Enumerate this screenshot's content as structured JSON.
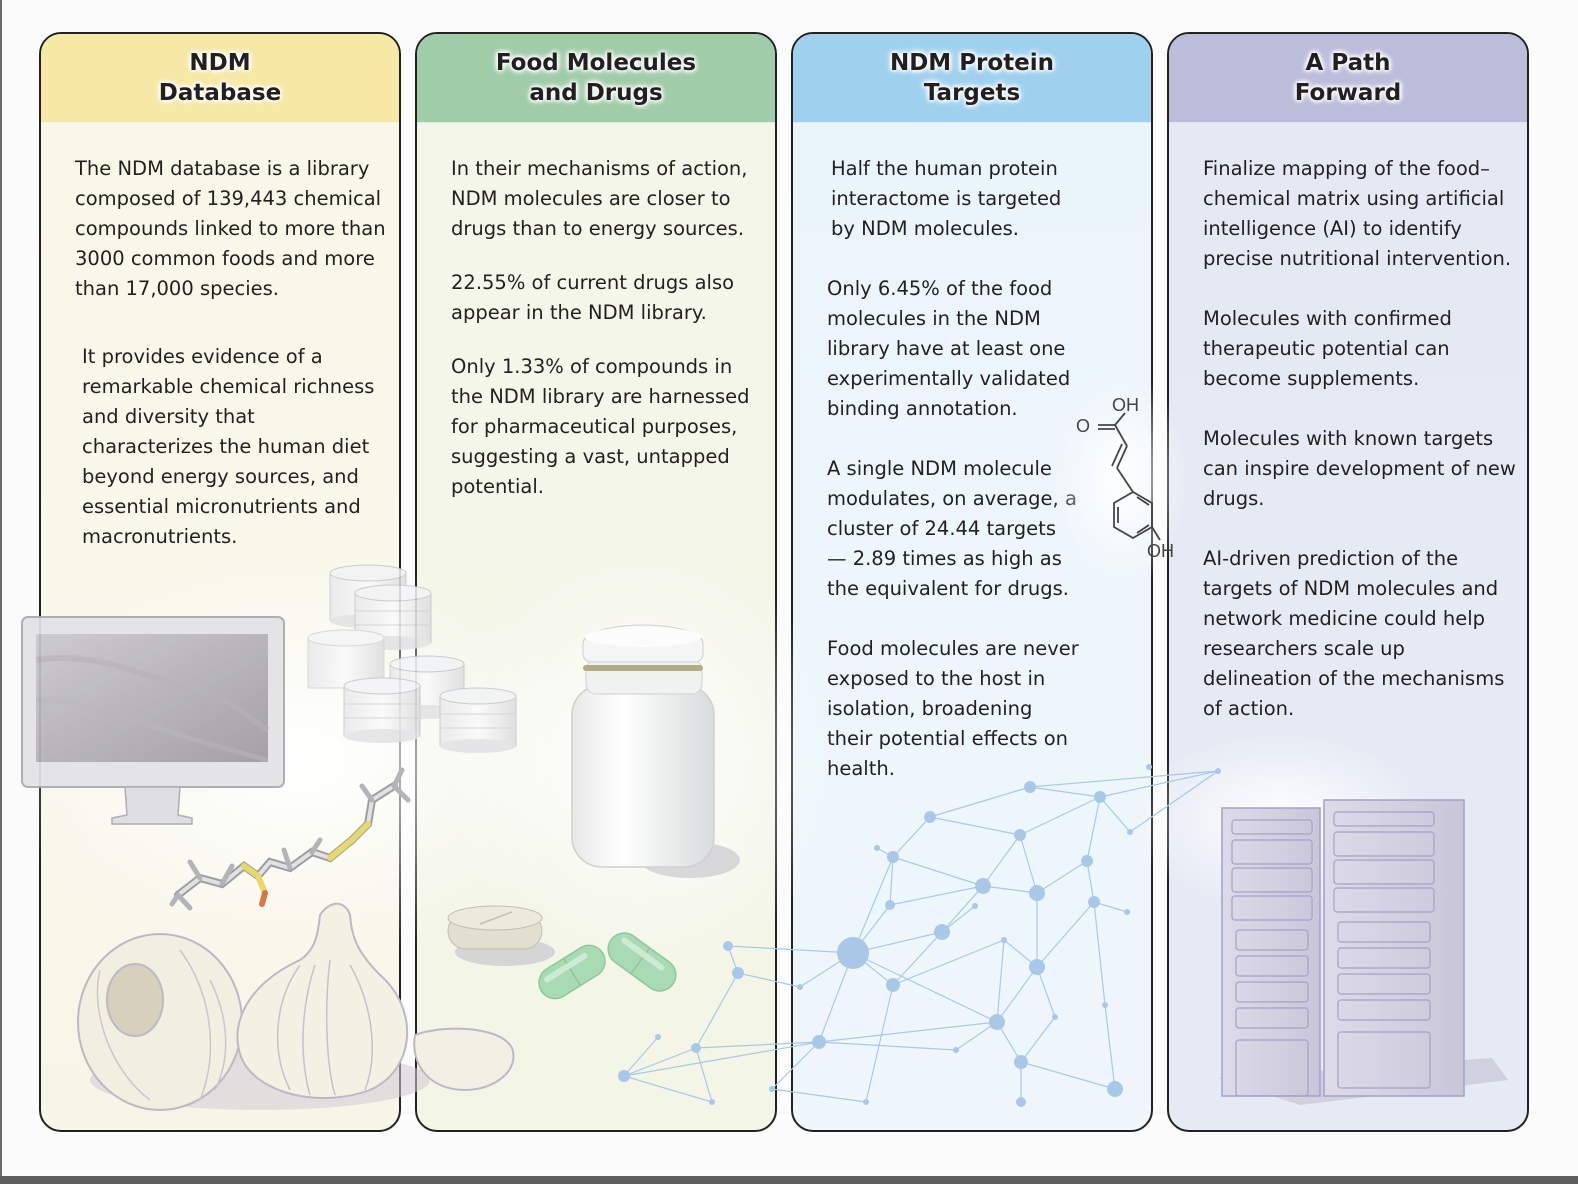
{
  "panels": [
    {
      "title": "NDM\nDatabase",
      "header_color": "#f6e8a5",
      "paragraphs": [
        "The NDM database is a library composed of 139,443 chemical compounds linked to more than 3000 common foods and more than 17,000 species.",
        "It provides evidence of a remarkable chemical richness and diversity that characterizes the human diet beyond energy sources, and essential micronutrients and macronutrients."
      ]
    },
    {
      "title": "Food Molecules\nand Drugs",
      "header_color": "#a0cca8",
      "paragraphs": [
        "In their mechanisms of action, NDM molecules are closer to drugs than to energy sources.",
        "22.55% of current drugs also appear in the NDM library.",
        "Only 1.33% of compounds in the NDM library are harnessed for pharmaceutical purposes, suggesting a vast, untapped potential."
      ]
    },
    {
      "title": "NDM Protein\nTargets",
      "header_color": "#9fd1ef",
      "paragraphs": [
        "Half the human protein interactome is targeted by NDM molecules.",
        "Only 6.45% of the food molecules in the NDM library have at least one experimentally validated binding annotation.",
        "A single NDM molecule modulates, on average, a cluster of 24.44 targets — 2.89 times as high as the equivalent for drugs.",
        "Food molecules are never exposed to the host in isolation, broadening their potential effects on health."
      ]
    },
    {
      "title": "A Path\nForward",
      "header_color": "#bcbcdb",
      "paragraphs": [
        "Finalize mapping of the food–chemical matrix using artificial intelligence (AI) to identify precise nutritional intervention.",
        "Molecules with confirmed therapeutic potential can become supplements.",
        "Molecules with known targets can inspire development of new drugs.",
        "AI-driven prediction of the targets of NDM molecules and network medicine could help researchers scale up delineation of the mechanisms of action."
      ]
    }
  ],
  "illustrations": {
    "molecule_labels": {
      "top": "OH",
      "carbonyl": "O",
      "bottom": "OH"
    },
    "network_color": "#a9c8e8",
    "capsule_color": "#a8dab4"
  }
}
